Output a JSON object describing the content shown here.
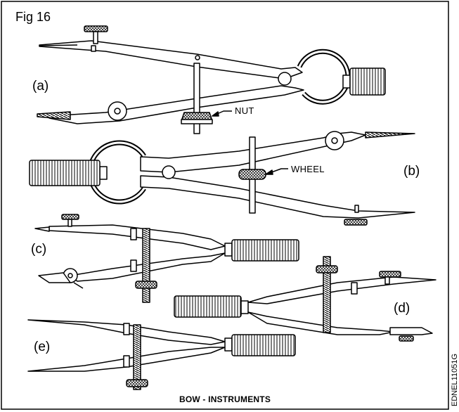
{
  "figure": {
    "title": "Fig 16",
    "caption": "BOW - INSTRUMENTS",
    "code": "EDNEL11051G"
  },
  "labels": {
    "a": "(a)",
    "b": "(b)",
    "c": "(c)",
    "d": "(d)",
    "e": "(e)"
  },
  "callouts": {
    "nut": "NUT",
    "wheel": "WHEEL"
  }
}
